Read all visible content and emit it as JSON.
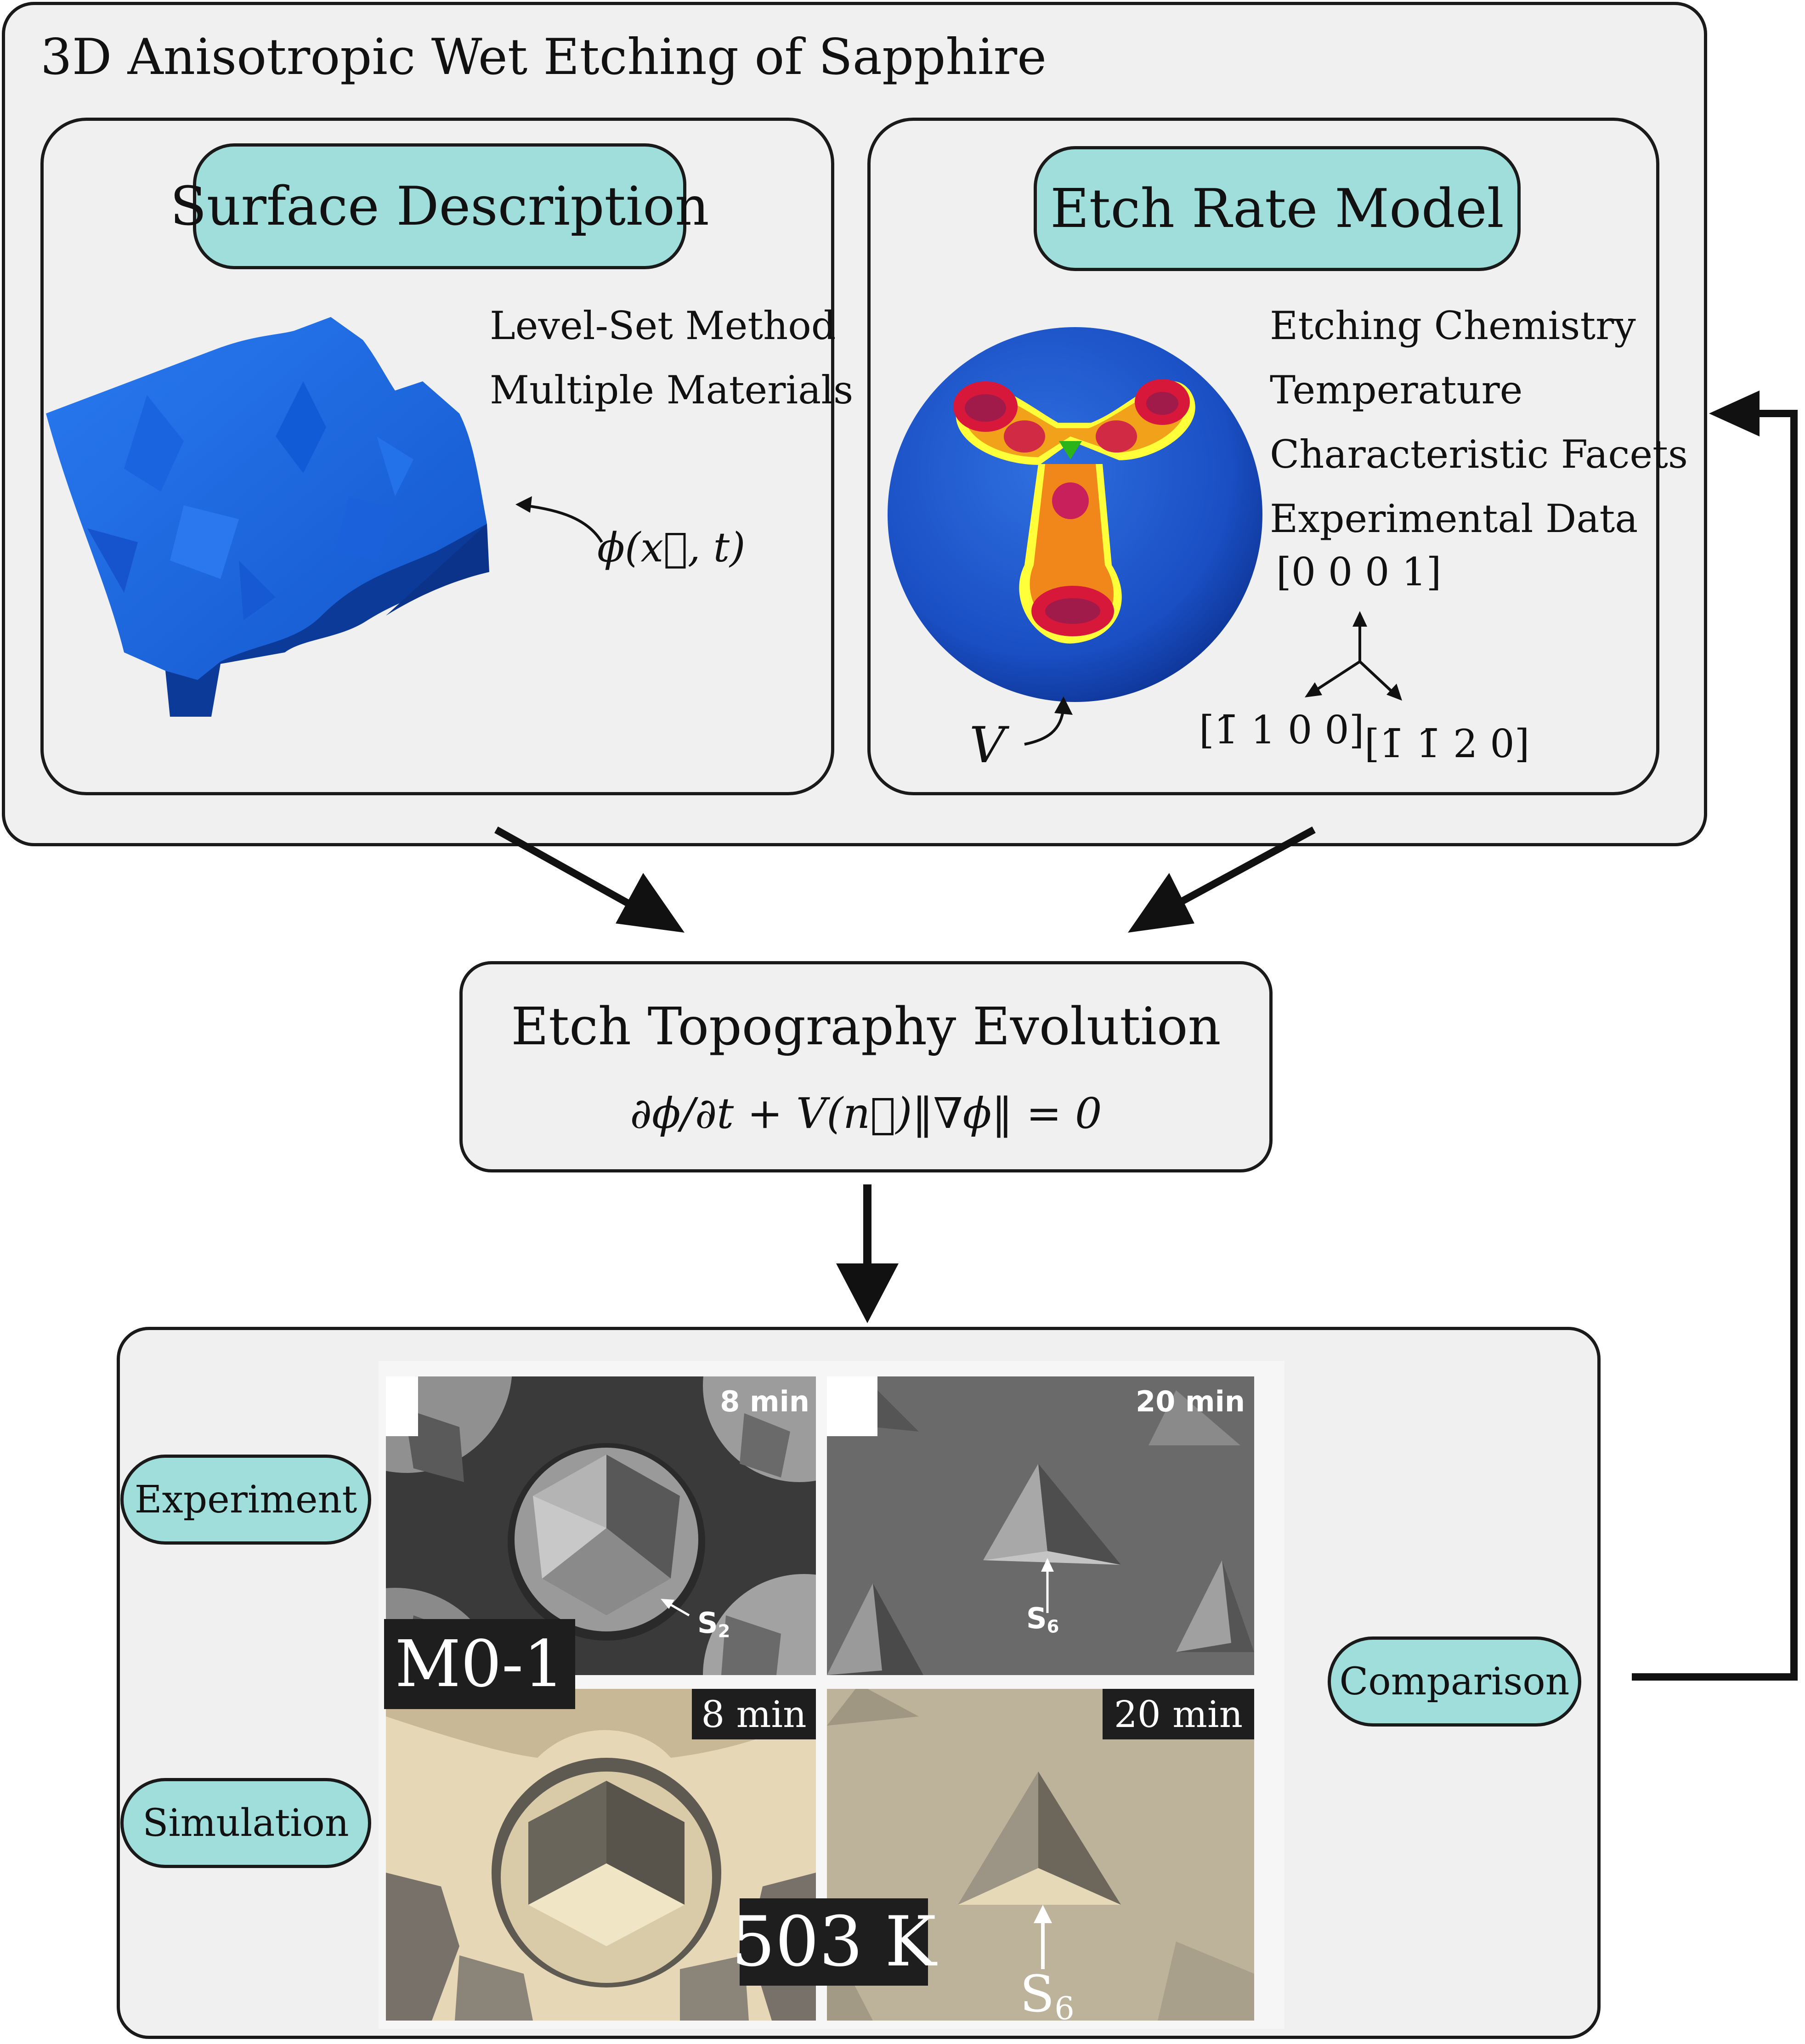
{
  "title": "3D Anisotropic Wet Etching of Sapphire",
  "surface": {
    "heading": "Surface Description",
    "features": [
      "Level-Set Method",
      "Multiple Materials"
    ],
    "phi_label": "ϕ(x⃗, t)"
  },
  "etch_rate": {
    "heading": "Etch Rate Model",
    "features": [
      "Etching Chemistry",
      "Temperature",
      "Characteristic Facets",
      "Experimental Data"
    ],
    "v_label": "V",
    "axes": [
      "[0 0 0 1]",
      "[1̄ 1 0 0]",
      "[1̄ 1̄ 2 0]"
    ]
  },
  "evolution": {
    "heading": "Etch Topography Evolution",
    "equation": "∂ϕ/∂t + V(n⃗)‖∇ϕ‖ = 0"
  },
  "comparison": {
    "experiment_label": "Experiment",
    "simulation_label": "Simulation",
    "comparison_label": "Comparison",
    "sample_label": "M0-1",
    "temperature_label": "503 K",
    "times": [
      "8 min",
      "20 min",
      "8 min",
      "20 min"
    ],
    "facet_exp_left": "S",
    "facet_exp_left_sub": "2",
    "facet_exp_right": "S",
    "facet_exp_right_sub": "6",
    "facet_sim": "S",
    "facet_sim_sub": "6"
  },
  "colors": {
    "panel_bg": "#f0f0f0",
    "pill_bg": "#9fdedb",
    "border": "#1a1a1a",
    "surface_blue": "#1a5fd6"
  }
}
